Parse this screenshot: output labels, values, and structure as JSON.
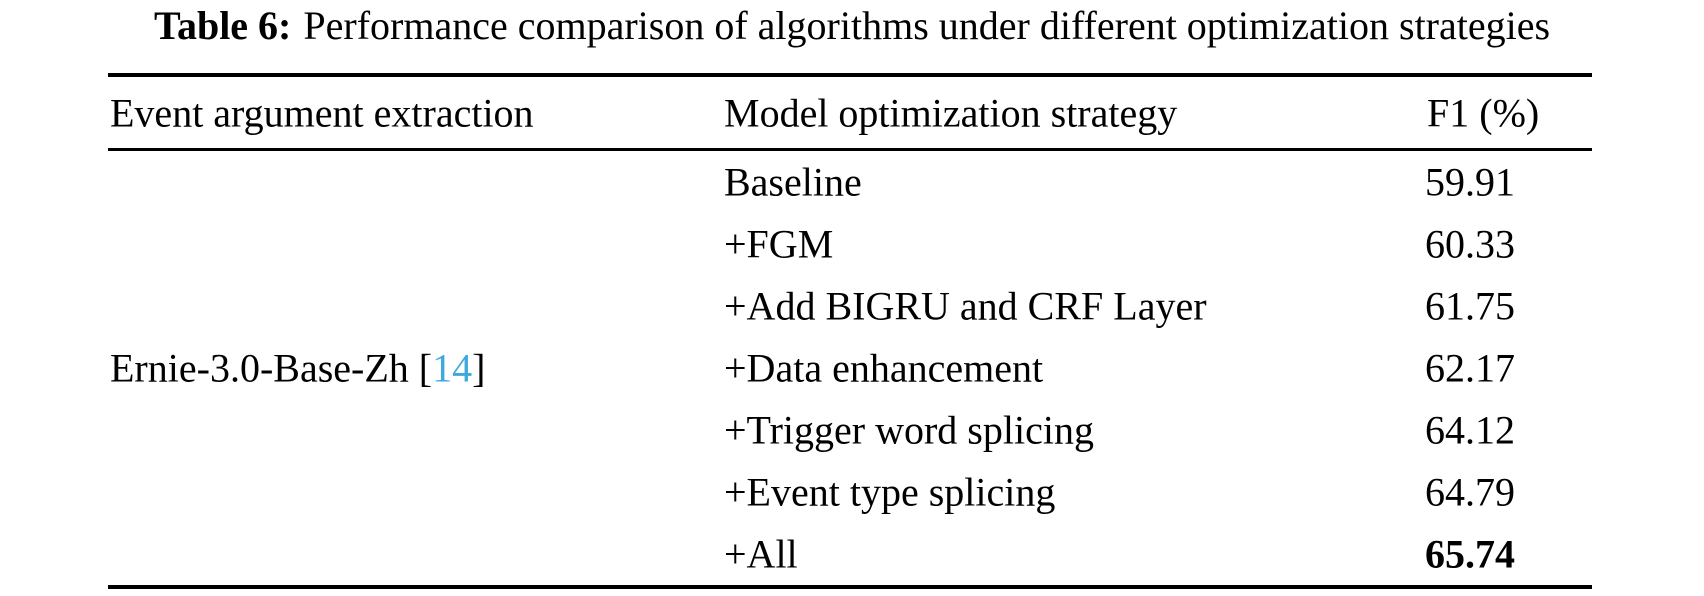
{
  "caption": {
    "label": "Table 6:",
    "text": "Performance comparison of algorithms under different optimization strategies"
  },
  "table": {
    "headers": {
      "model": "Event argument extraction",
      "strategy": "Model optimization strategy",
      "f1": "F1 (%)"
    },
    "model": {
      "name": "Ernie-3.0-Base-Zh",
      "cite_open": "[",
      "cite_num": "14",
      "cite_close": "]"
    },
    "rows": [
      {
        "strategy": "Baseline",
        "f1": "59.91"
      },
      {
        "strategy": "+FGM",
        "f1": "60.33"
      },
      {
        "strategy": "+Add BIGRU and CRF Layer",
        "f1": "61.75"
      },
      {
        "strategy": "+Data enhancement",
        "f1": "62.17"
      },
      {
        "strategy": "+Trigger word splicing",
        "f1": "64.12"
      },
      {
        "strategy": "+Event type splicing",
        "f1": "64.79"
      },
      {
        "strategy": "+All",
        "f1": "65.74"
      }
    ],
    "colors": {
      "citation_link": "#3da9dc",
      "rule": "#000000"
    }
  }
}
